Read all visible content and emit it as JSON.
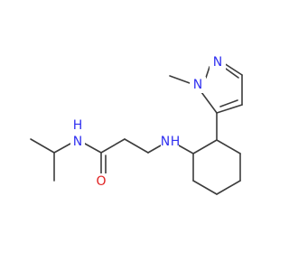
{
  "molecule": {
    "colors": {
      "bond": "#3c3c3c",
      "nitrogen": "#3030f0",
      "oxygen": "#e02020",
      "background": "#ffffff"
    },
    "labels": {
      "amide_nh": "N",
      "amide_h": "H",
      "amine_nh": "N",
      "amine_h": "H",
      "carbonyl_o": "O",
      "pyrazole_n1": "N",
      "pyrazole_n2": "N"
    }
  }
}
